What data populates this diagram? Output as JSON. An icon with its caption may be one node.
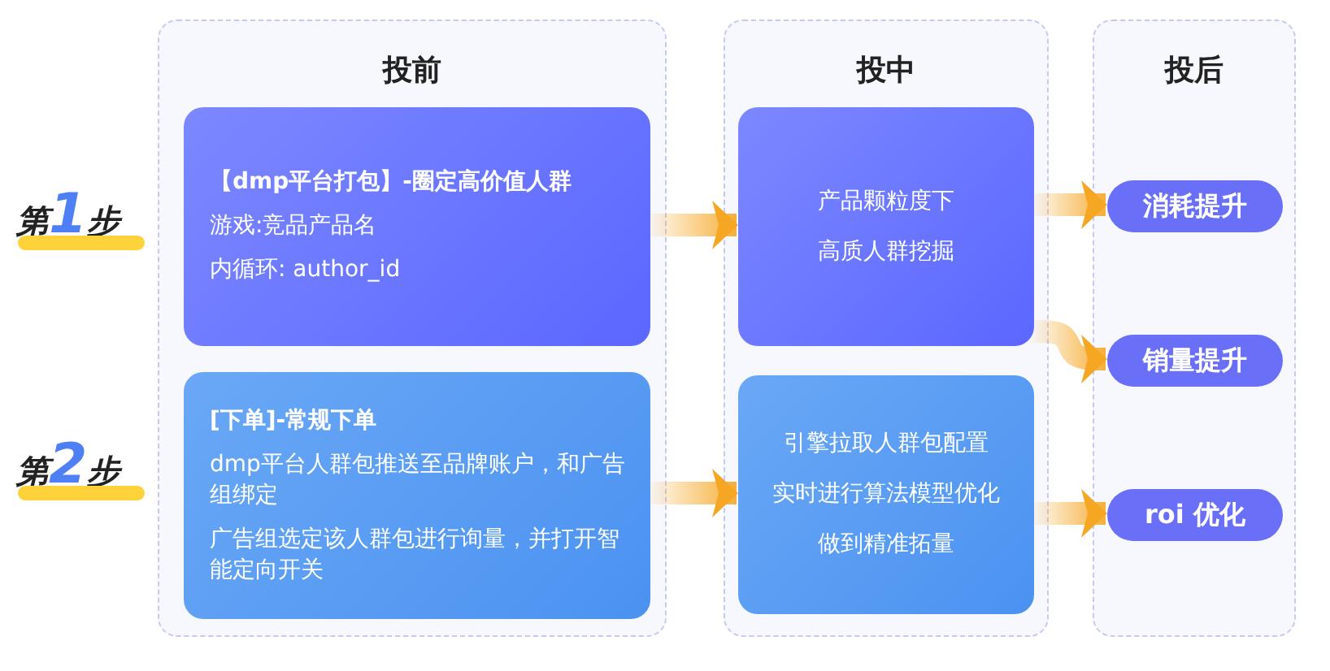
{
  "diagram": {
    "nodes": [
      {
        "text": [
          "投前"
        ]
      },
      {
        "text": [
          "【dmp平台打包】-圈定高价值人群",
          "游戏:竞品产品名",
          "内循环: author_id"
        ],
        "in": 0
      },
      {
        "text": [
          "[下单]-常规下单",
          "dmp平台人群包推送至品牌账户，和广告组绑定",
          "广告组选定该人群包进行询量，并打开智能定向开关"
        ],
        "in": 0
      },
      {
        "text": [
          "投中"
        ]
      },
      {
        "text": [
          "产品颗粒度下",
          "高质人群挖掘"
        ],
        "in": 3
      },
      {
        "text": [
          "引擎拉取人群包配置",
          "实时进行算法模型优化",
          "做到精准拓量"
        ],
        "in": 3
      },
      {
        "text": [
          "投后"
        ]
      },
      {
        "text": [
          "消耗提升"
        ],
        "in": 6
      },
      {
        "text": [
          "销量提升"
        ],
        "in": 6
      },
      {
        "text": [
          "roi 优化"
        ],
        "in": 6
      }
    ],
    "edges": [
      {
        "from": 1,
        "to": 4,
        "arrow": "to"
      },
      {
        "from": 2,
        "to": 5,
        "arrow": "to"
      },
      {
        "from": 4,
        "to": 7,
        "arrow": "to"
      },
      {
        "from": 4,
        "to": 8,
        "arrow": "to"
      },
      {
        "from": 5,
        "to": 9,
        "arrow": "to"
      }
    ],
    "labels": [
      "第**1**步",
      "第**2**步"
    ]
  }
}
